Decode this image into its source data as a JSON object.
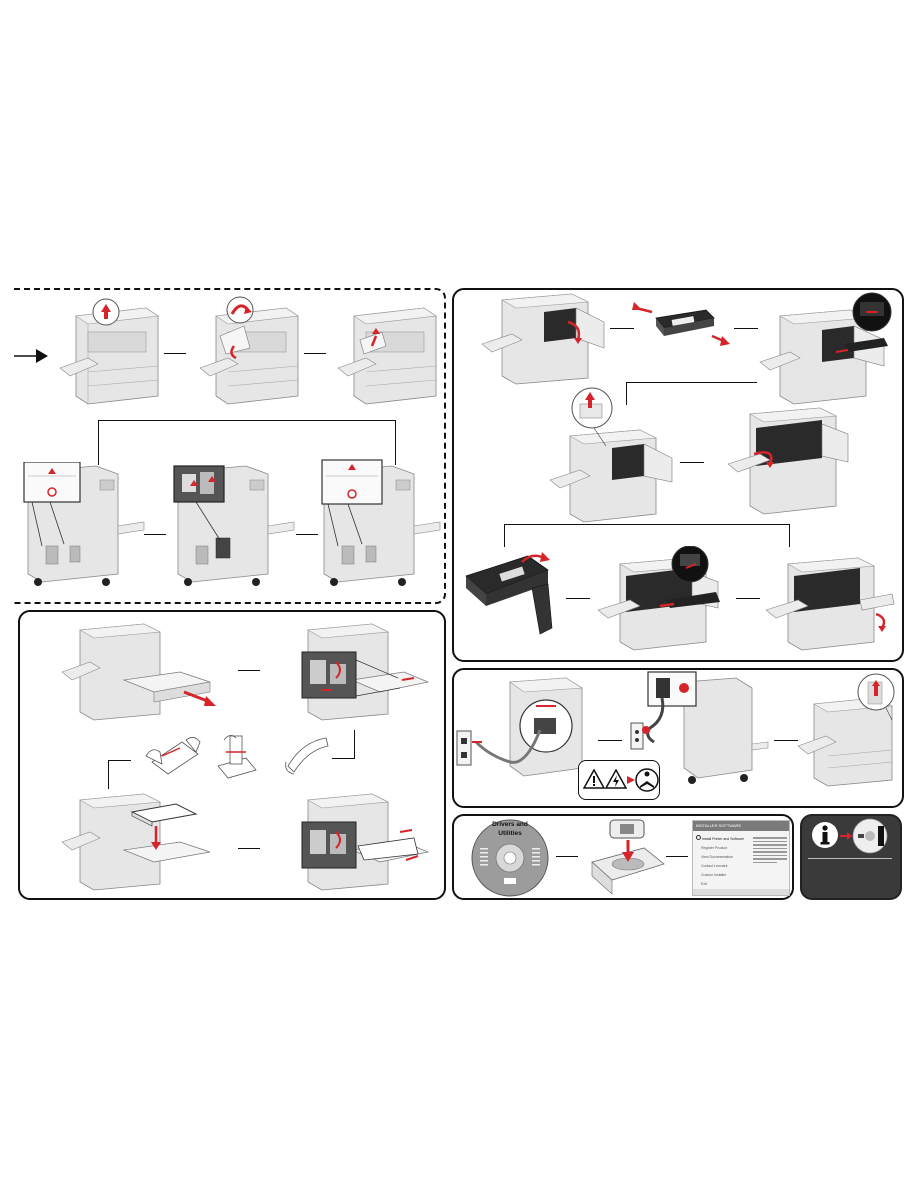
{
  "document": {
    "type": "setup-guide-sheet",
    "layout": "wordless illustrated steps"
  },
  "cd": {
    "label_line1": "Drivers and",
    "label_line2": "Utilities"
  },
  "installer_menu": {
    "header": "INSTALLER SOFTWARE",
    "items": [
      "Install Printer and Software",
      "Register Product",
      "View Documentation",
      "Contact Lexmark",
      "Custom Installer",
      "Exit"
    ]
  },
  "info_panel": {
    "icon": "info-icon"
  },
  "colors": {
    "accent": "#d6242b",
    "panel_border": "#111111",
    "info_panel_bg": "#3a3a3a",
    "printer_body": "#e6e6e6",
    "printer_dark": "#2a2a2a"
  },
  "icons": [
    "arrow-right-icon",
    "warning-triangle-icon",
    "read-manual-icon",
    "info-icon"
  ]
}
